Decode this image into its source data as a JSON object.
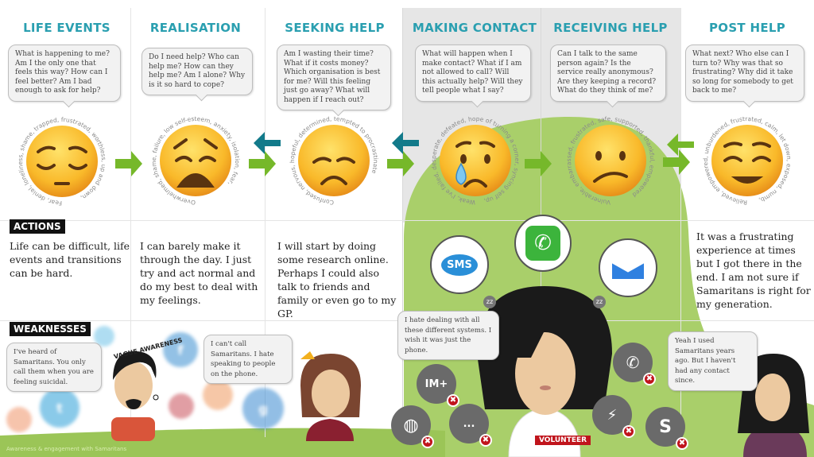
{
  "stages": [
    {
      "title": "LIFE EVENTS",
      "question": "What is happening to me? Am I the only one that feels this way? How can I feel better? Am I bad enough to ask for help?",
      "feelings": "Fear, denial, loneliness, shame, trapped, frustrated, worthless, up and down,",
      "action": "Life can be difficult, life events and transitions can be hard.",
      "emoji": "pensive-face"
    },
    {
      "title": "REALISATION",
      "question": "Do I need help? Who can help me? How can they help me? Am I alone? Why is it so hard to cope?",
      "feelings": "Overwhelmed, shame, failure, low self-esteem, anxiety, isolation, fear,",
      "action": "I can barely make it through the day. I just try and act normal and do my best to deal with my feelings.",
      "emoji": "weary-face"
    },
    {
      "title": "SEEKING HELP",
      "question": "Am I wasting their time? What if it costs money? Which organisation is best for me? Will this feeling just go away? What will happen if I reach out?",
      "feelings": "Confused, nervous, hopeful, determined, tempted to procrastinate",
      "action": "I will start by doing some research online. Perhaps I could also talk to friends and family or even go to my GP.",
      "emoji": "disappointed-face"
    },
    {
      "title": "MAKING CONTACT",
      "question": "What will happen when I make contact? What if I am not allowed to call? Will this actually help? Will they tell people what I say?",
      "feelings": "Weak, I've failed, desperate, defeated, hope of turning a corner, syncing self up,",
      "action": "",
      "emoji": "crying-face"
    },
    {
      "title": "RECEIVING HELP",
      "question": "Can I talk to the same person again? Is the service really anonymous? Are they keeping a record? What do they think of me?",
      "feelings": "Vulnerable, embarrassed, frustrated, safe, supported, thankful, empowered",
      "action": "",
      "emoji": "confused-face"
    },
    {
      "title": "POST HELP",
      "question": "What next? Who else can I turn to? Why was that so frustrating? Why did it take so long for somebody to get back to me?",
      "feelings": "Relieved, empowered, unburdened, frustrated, calm, let down, exposed, numb,",
      "action": "It was a frustrating experience at times but I got there in the end. I am not sure if Samaritans is right for my generation.",
      "emoji": "relieved-face"
    }
  ],
  "labels": {
    "actions": "ACTIONS",
    "weaknesses": "WEAKNESSES",
    "vague": "VAGUE AWARENESS",
    "volunteer": "VOLUNTEER",
    "footer": "Awareness & engagement with Samaritans"
  },
  "weaknesses": [
    "I've heard of Samaritans. You only call them when you are feeling suicidal.",
    "I can't call Samaritans. I hate speaking to people on the phone.",
    "I hate dealing with all these different systems. I wish it was just the phone.",
    "Yeah I used Samaritans years ago. But I haven't had any contact since."
  ],
  "channels": {
    "sms": "SMS",
    "im": "IM+",
    "chat": "...",
    "zz": "zz"
  },
  "social": [
    "twitter",
    "facebook",
    "google",
    "meetup",
    "news",
    "calendar",
    "ebay"
  ],
  "colors": {
    "heading": "#2a9fb0",
    "green": "#9bc557",
    "arrow_green": "#76b82a",
    "arrow_teal": "#127a8a",
    "emoji": "#f7b52c",
    "cross": "#c0141c"
  }
}
